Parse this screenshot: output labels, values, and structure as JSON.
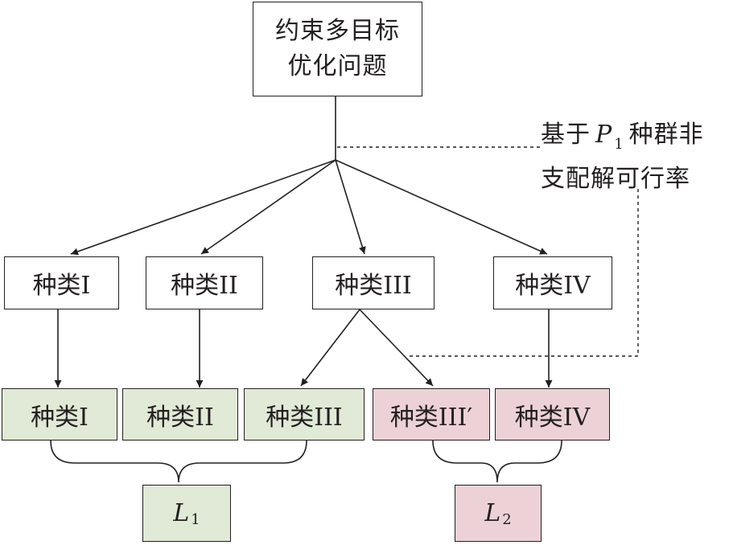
{
  "root": {
    "line1": "约束多目标",
    "line2": "优化问题"
  },
  "note": {
    "line1_prefix": "基于",
    "line1_var": "P",
    "line1_sub": "1",
    "line1_suffix": "种群非",
    "line2": "支配解可行率"
  },
  "types_row": [
    {
      "label": "种类I"
    },
    {
      "label": "种类II"
    },
    {
      "label": "种类III"
    },
    {
      "label": "种类IV"
    }
  ],
  "green_row": [
    {
      "label": "种类I"
    },
    {
      "label": "种类II"
    },
    {
      "label": "种类III"
    }
  ],
  "pink_row": [
    {
      "label": "种类III′"
    },
    {
      "label": "种类IV"
    }
  ],
  "groups": {
    "l1": {
      "var": "L",
      "sub": "1"
    },
    "l2": {
      "var": "L",
      "sub": "2"
    }
  },
  "colors": {
    "green_fill": "#e0ead6",
    "pink_fill": "#ecd2d6",
    "stroke": "#231f20"
  }
}
